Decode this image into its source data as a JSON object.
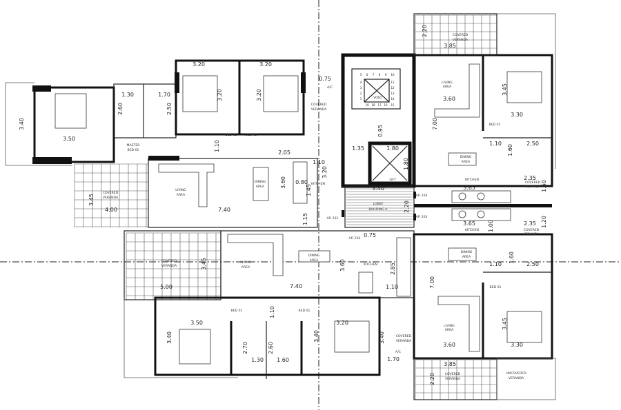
{
  "room_labels": [
    "MASTER",
    "BED 01",
    "BED 02",
    "BED 03",
    "COVERED",
    "VERANDA",
    "LIVING",
    "AREA",
    "DINING",
    "AREA",
    "KITCHEN",
    "COVERED",
    "VERANDA",
    "VOID",
    "LIFT",
    "LOBBY",
    "BUILDING A",
    "AP. 201",
    "AP. 202",
    "AP. 203",
    "AP. 204",
    "A/C",
    "COVERED",
    "VERANDA",
    "LIVING",
    "AREA",
    "BED 01",
    "DINING",
    "AREA",
    "KITCHEN",
    "COVERED",
    "VERANDA",
    "KITCHEN",
    "COVERED",
    "VERANDA",
    "DINING",
    "AREA",
    "BED 01",
    "LIVING",
    "AREA",
    "COVERED",
    "VERANDA",
    "UNCOVERED",
    "VERANDA",
    "COVERED",
    "VERANDA",
    "LIVING",
    "AREA",
    "DINING",
    "AREA",
    "KITCHEN",
    "BED 01",
    "BED 01",
    "COVERED",
    "VERANDA",
    "A/C"
  ],
  "dimensions": [
    "3.20",
    "3.20",
    "3.20",
    "3.20",
    "1.30",
    "1.70",
    "2.60",
    "2.50",
    "3.40",
    "3.50",
    "1.10",
    "2.05",
    "1.10",
    "3.20",
    "0.80",
    "3.60",
    "1.45",
    "1.15",
    "7.40",
    "4.00",
    "3.45",
    "0.75",
    "3.85",
    "2.20",
    "3.60",
    "3.45",
    "3.30",
    "7.00",
    "1.35",
    "1.80",
    "1.80",
    "1.10",
    "1.60",
    "2.50",
    "3.40",
    "2.20",
    "3.65",
    "2.35",
    "1.50",
    "0.95",
    "3.65",
    "1.00",
    "2.35",
    "1.20",
    "1.10",
    "1.60",
    "2.50",
    "7.00",
    "3.45",
    "3.60",
    "3.30",
    "3.85",
    "2.20",
    "0.75",
    "3.60",
    "2.85",
    "5.00",
    "7.40",
    "1.10",
    "1.10",
    "3.50",
    "3.40",
    "2.70",
    "2.60",
    "1.30",
    "1.60",
    "3.40",
    "3.20",
    "3.40",
    "1.70",
    "3.45"
  ],
  "stair_numbers": [
    "1",
    "2",
    "3",
    "4",
    "5",
    "6",
    "7",
    "8",
    "9",
    "10",
    "11",
    "12",
    "13",
    "14",
    "15",
    "16",
    "17",
    "18",
    "19"
  ],
  "colors": {
    "wall": "#111111",
    "line": "#555555",
    "background": "#ffffff"
  }
}
